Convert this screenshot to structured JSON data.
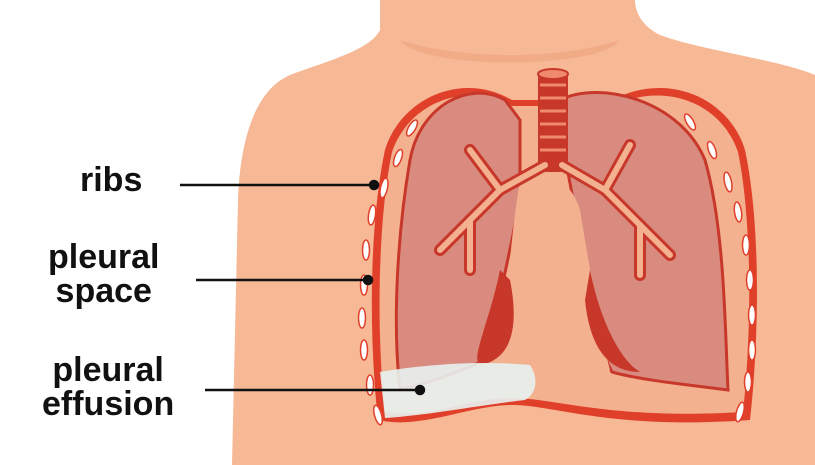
{
  "labels": {
    "ribs": "ribs",
    "pleural_space_line1": "pleural",
    "pleural_space_line2": "space",
    "pleural_effusion_line1": "pleural",
    "pleural_effusion_line2": "effusion"
  },
  "colors": {
    "skin": "#f6b895",
    "skin_shadow": "#eea47e",
    "lung": "#d98b80",
    "pleura": "#e0402a",
    "airway": "#c8382a",
    "effusion": "#e8f2ef"
  }
}
